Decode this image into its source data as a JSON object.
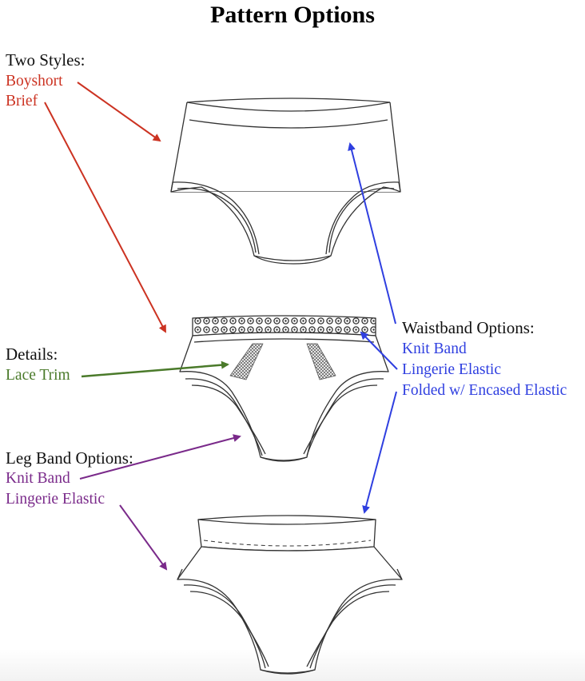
{
  "title": "Pattern Options",
  "styles": {
    "heading": "Two Styles:",
    "items": [
      "Boyshort",
      "Brief"
    ],
    "color": "#cc3322"
  },
  "details": {
    "heading": "Details:",
    "items": [
      "Lace Trim"
    ],
    "color": "#4a7a2a"
  },
  "leg_band": {
    "heading": "Leg Band Options:",
    "items": [
      "Knit Band",
      "Lingerie Elastic"
    ],
    "color": "#7a2a8a"
  },
  "waistband": {
    "heading": "Waistband Options:",
    "items": [
      "Knit Band",
      "Lingerie Elastic",
      "Folded w/ Encased Elastic"
    ],
    "color": "#2f3fe0"
  },
  "figures": [
    "boyshort-illustration",
    "brief-with-lace-illustration",
    "high-waist-brief-illustration"
  ]
}
